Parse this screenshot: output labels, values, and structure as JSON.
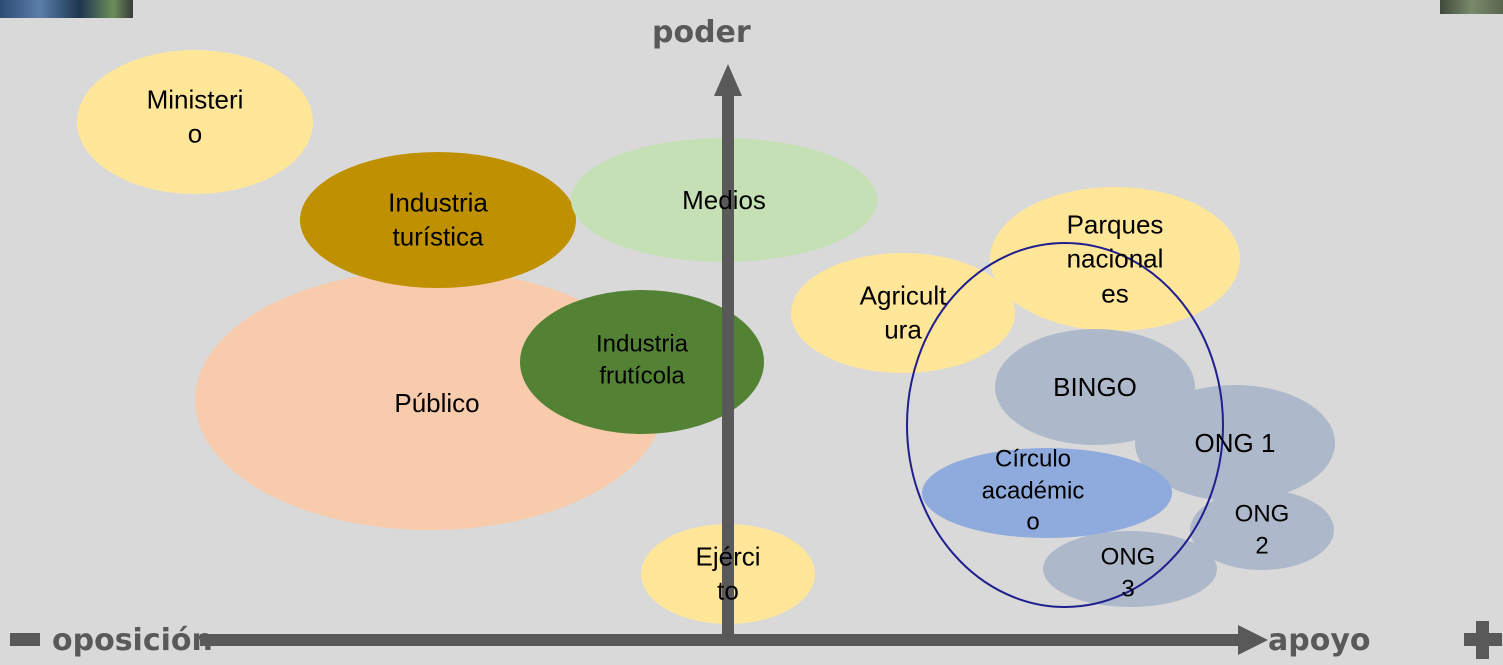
{
  "axes": {
    "vertical_label": "poder",
    "horizontal_left_label": "oposición",
    "horizontal_right_label": "apoyo",
    "minus_symbol": "−",
    "plus_symbol": "+",
    "axis_color": "#595959"
  },
  "colors": {
    "yellow": "#ffe699",
    "gold": "#bf9000",
    "light_green": "#c5e0b4",
    "salmon": "#f8cbad",
    "dark_green": "#548235",
    "gray_blue": "#adb9ca",
    "blue": "#8faadc",
    "ring": "#1f1f8f"
  },
  "stakeholders": [
    {
      "id": "ministerio",
      "label_lines": [
        "Ministeri",
        "o"
      ]
    },
    {
      "id": "publico",
      "label_lines": [
        "Público"
      ]
    },
    {
      "id": "industria-turistica",
      "label_lines": [
        "Industria",
        "turística"
      ]
    },
    {
      "id": "medios",
      "label_lines": [
        "Medios"
      ]
    },
    {
      "id": "industria-fruticola",
      "label_lines": [
        "Industria",
        "frutícola"
      ]
    },
    {
      "id": "agricultura",
      "label_lines": [
        "Agricult",
        "ura"
      ]
    },
    {
      "id": "parques-nacionales",
      "label_lines": [
        "Parques",
        "nacional",
        "es"
      ]
    },
    {
      "id": "bingo",
      "label_lines": [
        "BINGO"
      ]
    },
    {
      "id": "ong-1",
      "label_lines": [
        "ONG 1"
      ]
    },
    {
      "id": "circulo-academico",
      "label_lines": [
        "Círculo",
        "académic",
        "o"
      ]
    },
    {
      "id": "ong-2",
      "label_lines": [
        "ONG",
        "2"
      ]
    },
    {
      "id": "ong-3",
      "label_lines": [
        "ONG",
        "3"
      ]
    },
    {
      "id": "ejercito",
      "label_lines": [
        "Ejérci",
        "to"
      ]
    }
  ]
}
